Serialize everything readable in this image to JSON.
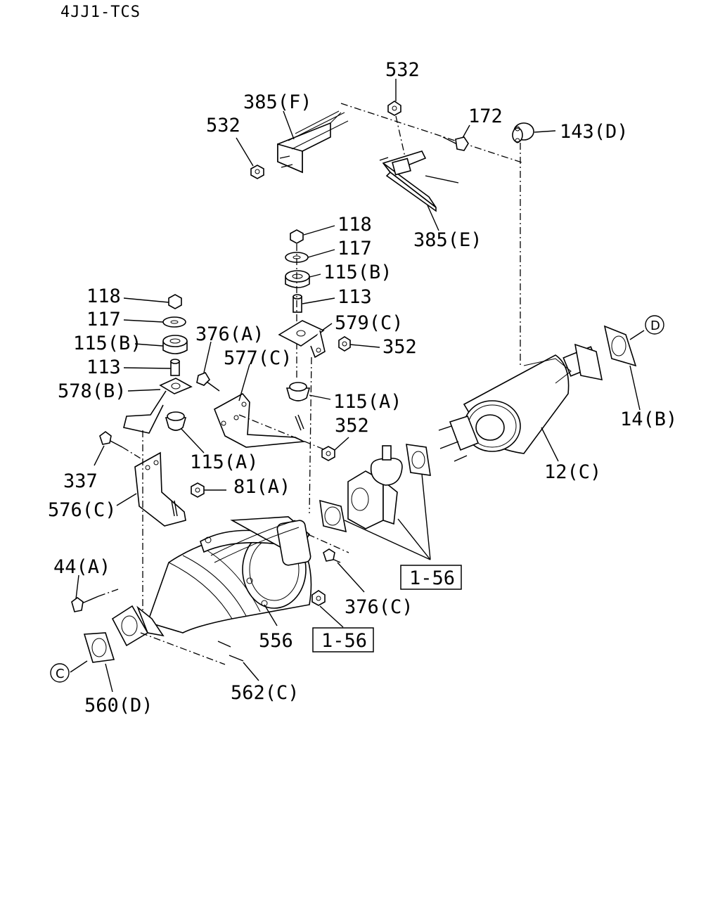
{
  "header": {
    "engine_code": "4JJ1-TCS"
  },
  "labels": {
    "n532_top": "532",
    "n385f": "385(F)",
    "n532_left": "532",
    "n172": "172",
    "n143d": "143(D)",
    "n385e": "385(E)",
    "n118_r": "118",
    "n117_r": "117",
    "n115b_r": "115(B)",
    "n113_r": "113",
    "n579c": "579(C)",
    "n352_a": "352",
    "n115a_r": "115(A)",
    "n352_b": "352",
    "n118_l": "118",
    "n117_l": "117",
    "n115b_l": "115(B)",
    "n113_l": "113",
    "n578b": "578(B)",
    "n376a": "376(A)",
    "n577c": "577(C)",
    "n115a_l": "115(A)",
    "n337": "337",
    "n81a": "81(A)",
    "n576c": "576(C)",
    "n14b": "14(B)",
    "n12c": "12(C)",
    "n44a": "44(A)",
    "n376c": "376(C)",
    "n556": "556",
    "n562c": "562(C)",
    "n560d": "560(D)",
    "ref_1_56_a": "1-56",
    "ref_1_56_b": "1-56",
    "circle_d": "D",
    "circle_c": "C"
  }
}
